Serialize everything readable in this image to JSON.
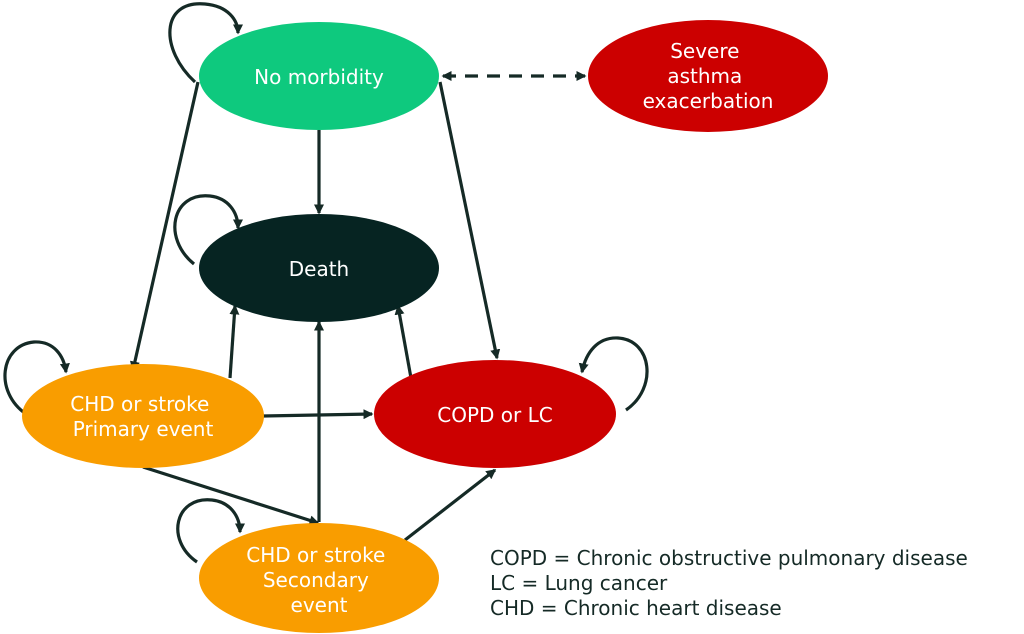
{
  "colors": {
    "arrow": "#152a26",
    "no_morbidity": "#0ec97e",
    "death": "#062422",
    "red_state": "#cc0000",
    "orange_state": "#f99d00",
    "label_text": "#ffffff"
  },
  "nodes": {
    "no_morbidity": {
      "lines": [
        "No morbidity"
      ],
      "fill_color": "#0ec97e"
    },
    "severe_asthma": {
      "lines": [
        "Severe",
        "asthma",
        "exacerbation"
      ],
      "fill_color": "#cc0000"
    },
    "death": {
      "lines": [
        "Death"
      ],
      "fill_color": "#062422"
    },
    "chd_primary": {
      "lines": [
        "CHD or stroke",
        "Primary event"
      ],
      "fill_color": "#f99d00"
    },
    "copd_lc": {
      "lines": [
        "COPD or LC"
      ],
      "fill_color": "#cc0000"
    },
    "chd_secondary": {
      "lines": [
        "CHD or stroke",
        "Secondary",
        "event"
      ],
      "fill_color": "#f99d00"
    }
  },
  "edges": [
    {
      "from": "no_morbidity",
      "to": "death"
    },
    {
      "from": "no_morbidity",
      "to": "chd_primary"
    },
    {
      "from": "no_morbidity",
      "to": "copd_lc"
    },
    {
      "from": "no_morbidity",
      "to": "severe_asthma",
      "style": "dashed",
      "bidirectional": true
    },
    {
      "from": "chd_primary",
      "to": "death"
    },
    {
      "from": "chd_primary",
      "to": "copd_lc"
    },
    {
      "from": "chd_primary",
      "to": "chd_secondary"
    },
    {
      "from": "copd_lc",
      "to": "death"
    },
    {
      "from": "chd_secondary",
      "to": "death"
    },
    {
      "from": "chd_secondary",
      "to": "copd_lc"
    }
  ],
  "self_loops": [
    "no_morbidity",
    "death",
    "chd_primary",
    "copd_lc",
    "chd_secondary"
  ],
  "legend": [
    "COPD = Chronic obstructive pulmonary disease",
    "LC = Lung cancer",
    "CHD = Chronic heart disease"
  ]
}
